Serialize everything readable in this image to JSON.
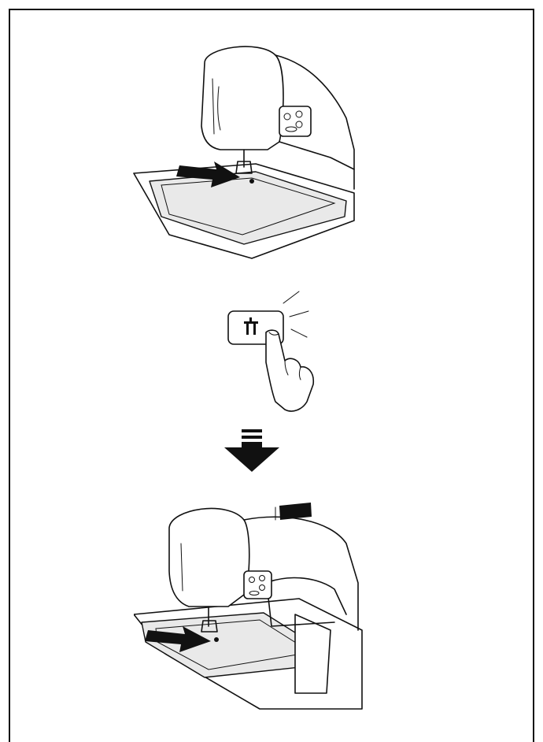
{
  "figure": {
    "top_illustration": "sewing-machine-embroidery-frame",
    "button_illustration": "presser-foot-lifter-button",
    "button_icon": "presser-foot-icon",
    "down_arrow": "down-arrow-icon",
    "bottom_illustration": "sewing-machine-embroidery-frame-lowered"
  },
  "colors": {
    "ink": "#111111",
    "panel": "#e9e9e9",
    "paper": "#ffffff"
  }
}
